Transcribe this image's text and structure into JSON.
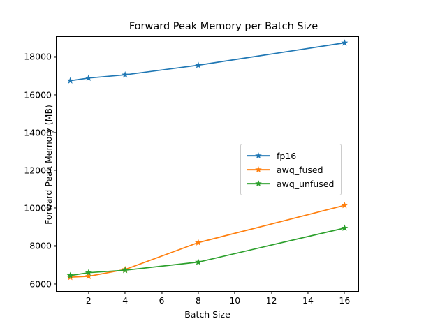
{
  "chart_data": {
    "type": "line",
    "title": "Forward Peak Memory per Batch Size",
    "xlabel": "Batch Size",
    "ylabel": "Forward Peak Memory (MB)",
    "x": [
      1,
      2,
      4,
      8,
      16
    ],
    "xlim": [
      0.25,
      16.75
    ],
    "ylim": [
      5620,
      19050
    ],
    "xticks": [
      2,
      4,
      6,
      8,
      10,
      12,
      14,
      16
    ],
    "yticks": [
      6000,
      8000,
      10000,
      12000,
      14000,
      16000,
      18000
    ],
    "grid": false,
    "legend_position": "center right",
    "marker": "star",
    "series": [
      {
        "name": "fp16",
        "color": "#1f77b4",
        "values": [
          16740,
          16880,
          17050,
          17560,
          18740
        ]
      },
      {
        "name": "awq_fused",
        "color": "#ff7f0e",
        "values": [
          6350,
          6400,
          6760,
          8180,
          10150
        ]
      },
      {
        "name": "awq_unfused",
        "color": "#2ca02c",
        "values": [
          6440,
          6590,
          6720,
          7150,
          8950
        ]
      }
    ]
  }
}
